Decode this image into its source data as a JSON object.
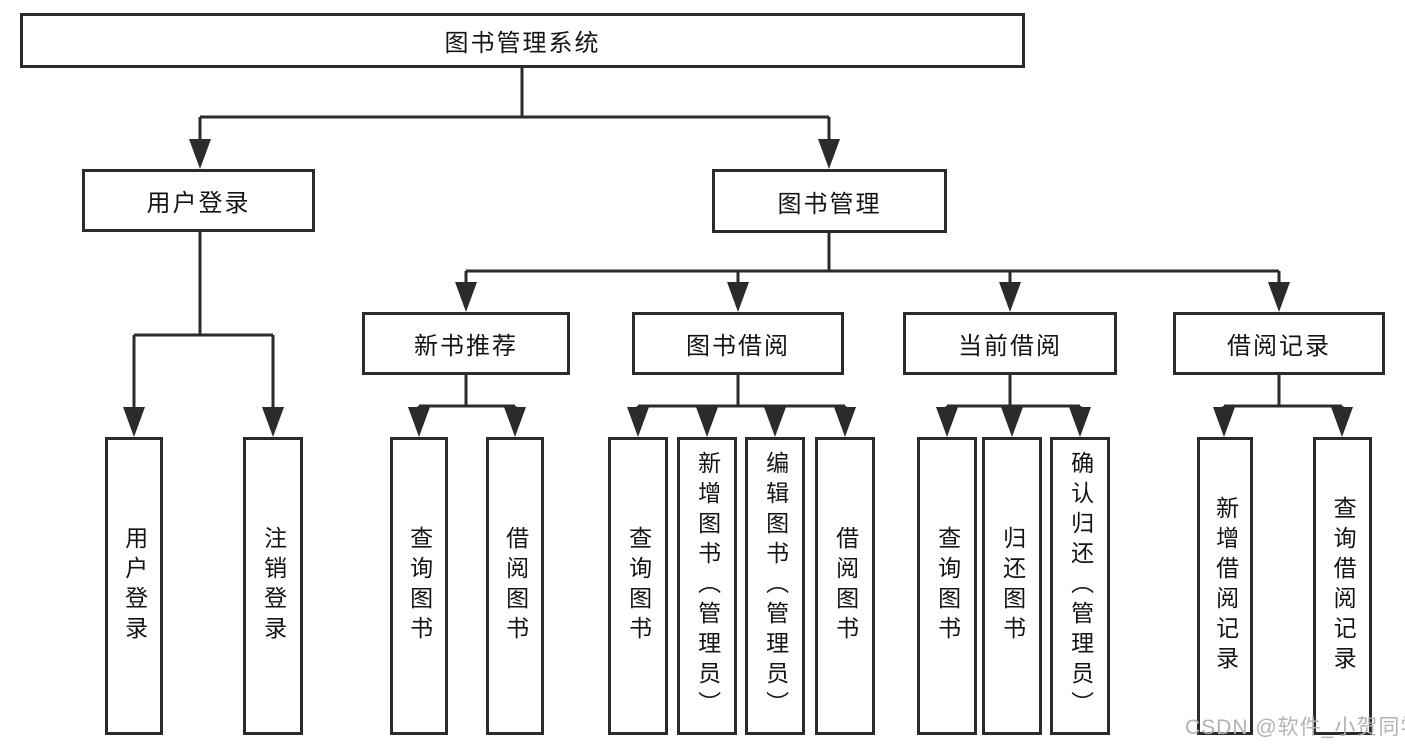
{
  "diagram": {
    "root": {
      "label": "图书管理系统"
    },
    "level2": [
      {
        "label": "用户登录",
        "children": [
          {
            "label": "用户登录"
          },
          {
            "label": "注销登录"
          }
        ]
      },
      {
        "label": "图书管理"
      }
    ],
    "level3": [
      {
        "label": "新书推荐",
        "children": [
          {
            "label": "查询图书"
          },
          {
            "label": "借阅图书"
          }
        ]
      },
      {
        "label": "图书借阅",
        "children": [
          {
            "label": "查询图书"
          },
          {
            "label": "新增图书（管理员）"
          },
          {
            "label": "编辑图书（管理员）"
          },
          {
            "label": "借阅图书"
          }
        ]
      },
      {
        "label": "当前借阅",
        "children": [
          {
            "label": "查询图书"
          },
          {
            "label": "归还图书"
          },
          {
            "label": "确认归还（管理员）"
          }
        ]
      },
      {
        "label": "借阅记录",
        "children": [
          {
            "label": "新增借阅记录"
          },
          {
            "label": "查询借阅记录"
          }
        ]
      }
    ]
  },
  "watermark": {
    "text": "CSDN @软件_小贺同学"
  },
  "colors": {
    "line": "#2b2b2b",
    "text": "#141414",
    "watermark": "#b3b3b3",
    "background": "#ffffff"
  }
}
